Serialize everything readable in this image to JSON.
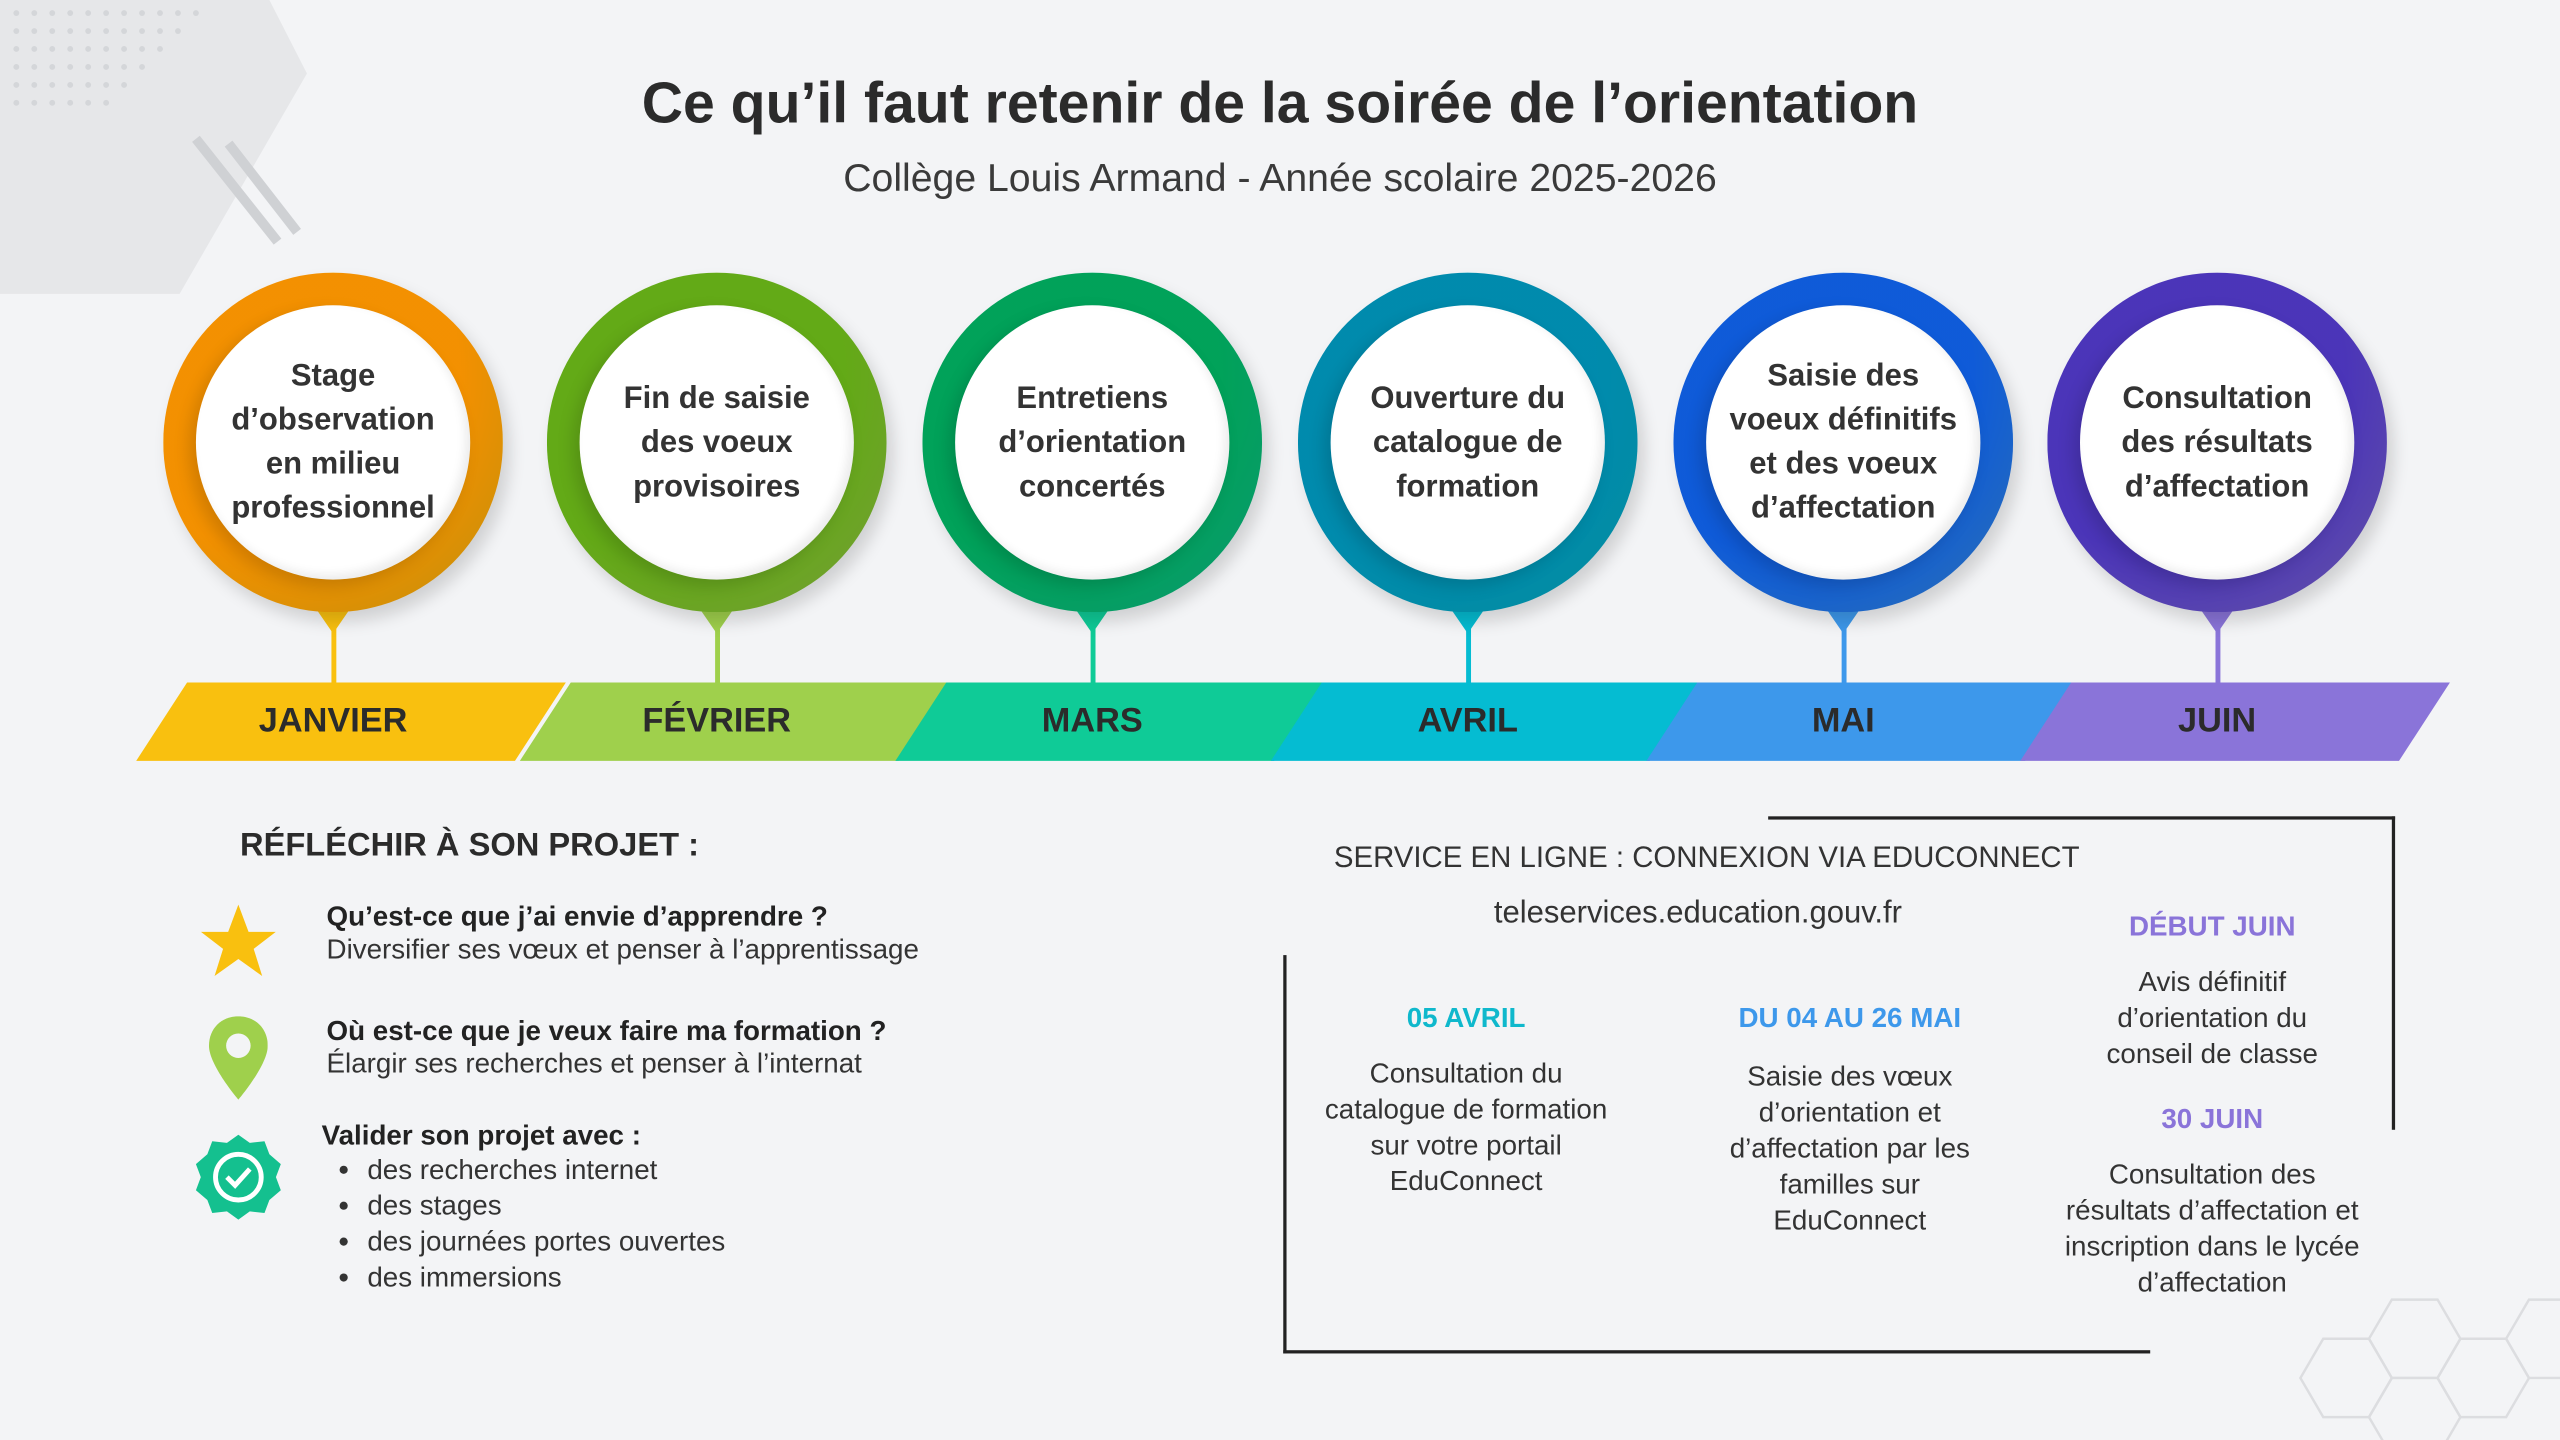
{
  "header": {
    "title": "Ce qu’il faut retenir de la soirée de l’orientation",
    "subtitle": "Collège Louis Armand - Année scolaire 2025-2026"
  },
  "timeline": [
    {
      "month": "JANVIER",
      "text": "Stage d’observation en milieu professionnel",
      "color": "#f9c00f"
    },
    {
      "month": "FÉVRIER",
      "text": "Fin de saisie des voeux provisoires",
      "color": "#9fd04c"
    },
    {
      "month": "MARS",
      "text": "Entretiens d’orientation concertés",
      "color": "#0fcb97"
    },
    {
      "month": "AVRIL",
      "text": "Ouverture du catalogue de formation",
      "color": "#05bcd2"
    },
    {
      "month": "MAI",
      "text": "Saisie des voeux définitifs et des voeux d’affectation",
      "color": "#3d98eb"
    },
    {
      "month": "JUIN",
      "text": "Consultation des résultats d’affectation",
      "color": "#8a74d9"
    }
  ],
  "projet": {
    "heading": "RÉFLÉCHIR À SON PROJET :",
    "items": [
      {
        "icon": "star-icon",
        "question": "Qu’est-ce que j’ai envie d’apprendre ?",
        "answer": "Diversifier ses vœux et penser à l’apprentissage"
      },
      {
        "icon": "map-pin-icon",
        "question": "Où est-ce que je veux faire ma formation ?",
        "answer": "Élargir ses recherches et penser à l’internat"
      }
    ],
    "validate": {
      "icon": "check-badge-icon",
      "label": "Valider son projet avec :",
      "list": [
        "des recherches internet",
        "des stages",
        "des journées portes ouvertes",
        "des immersions"
      ]
    }
  },
  "service": {
    "heading": "SERVICE EN LIGNE :  CONNEXION VIA EDUCONNECT",
    "url": "teleservices.education.gouv.fr",
    "events": [
      {
        "date": "05 AVRIL",
        "text": "Consultation du catalogue de formation sur votre portail EduConnect",
        "color": "#0fb8cc"
      },
      {
        "date": "DU 04 AU 26 MAI",
        "text": "Saisie des vœux d’orientation et d’affectation par les familles sur EduConnect",
        "color": "#3d98eb"
      },
      {
        "date": "DÉBUT JUIN",
        "text": "Avis définitif d’orientation du conseil de classe",
        "color": "#8a74d9"
      },
      {
        "date": "30 JUIN",
        "text": "Consultation des résultats d’affectation et inscription dans le lycée d’affectation",
        "color": "#8a74d9"
      }
    ]
  }
}
